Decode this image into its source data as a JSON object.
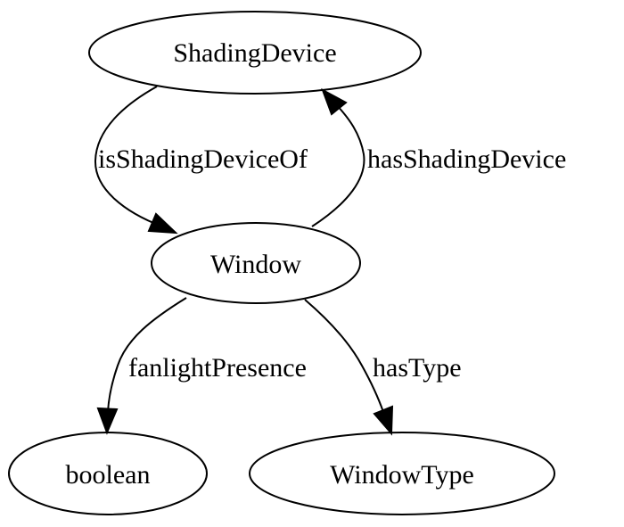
{
  "colors": {
    "background": "#ffffff",
    "stroke": "#000000",
    "text": "#000000"
  },
  "nodes": {
    "shading_device": "ShadingDevice",
    "window": "Window",
    "boolean": "boolean",
    "window_type": "WindowType"
  },
  "edges": {
    "is_shading_device_of": "isShadingDeviceOf",
    "has_shading_device": "hasShadingDevice",
    "fanlight_presence": "fanlightPresence",
    "has_type": "hasType"
  }
}
